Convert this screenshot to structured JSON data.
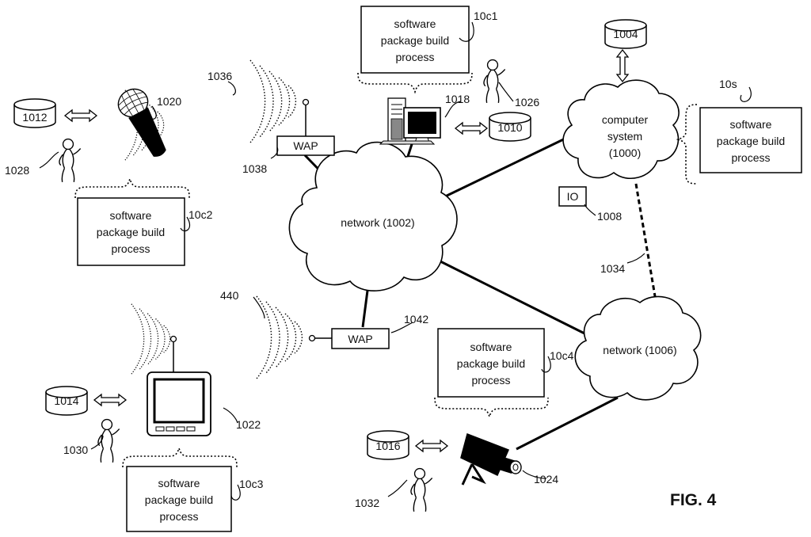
{
  "figure_label": "FIG. 4",
  "process_text": [
    "software",
    "package build",
    "process"
  ],
  "boxes": {
    "c1": "10c1",
    "c2": "10c2",
    "c3": "10c3",
    "c4": "10c4",
    "s": "10s"
  },
  "computer_system": [
    "computer",
    "system",
    "(1000)"
  ],
  "network_1002": "network (1002)",
  "network_1006": "network (1006)",
  "wap": "WAP",
  "io": "IO",
  "refs": {
    "db_1004": "1004",
    "db_1010": "1010",
    "db_1012": "1012",
    "db_1014": "1014",
    "db_1016": "1016",
    "r1008": "1008",
    "r1018": "1018",
    "r1020": "1020",
    "r1022": "1022",
    "r1024": "1024",
    "r1026": "1026",
    "r1028": "1028",
    "r1030": "1030",
    "r1032": "1032",
    "r1034": "1034",
    "r1036": "1036",
    "r1038": "1038",
    "r1042": "1042",
    "r440": "440"
  }
}
